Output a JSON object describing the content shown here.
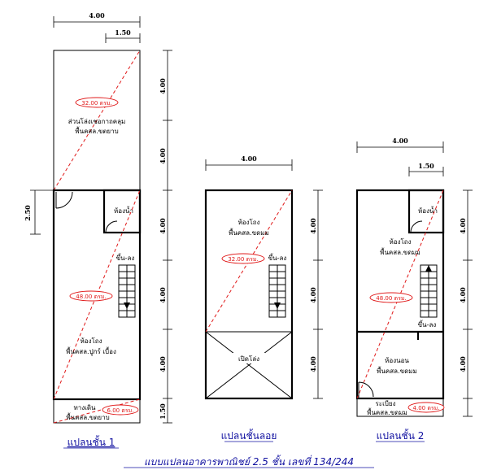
{
  "dimensions": {
    "d400": "4.00",
    "d150": "1.50",
    "d250": "2.50"
  },
  "floor1": {
    "area_top": "32.00 ตรม.",
    "area_main": "48.00 ตรม.",
    "area_bottom": "6.00 ตรม.",
    "open_space": "ส่วนโล่งเชอกาถคลุม",
    "open_space_floor": "พื้นคสล.ขตยาบ",
    "bathroom": "ห้องน้ำ",
    "stair": "ขึ้น-ลง",
    "hall": "ห้องโถง",
    "hall_floor": "พื้นคสล.ปูกร์ เบื้อง",
    "walkway": "ทางเดิน",
    "walkway_floor": "พื้นคสล.ขตยาบ",
    "caption": "แปลนชั้น 1"
  },
  "mezzanine": {
    "area": "32.00 ตรม.",
    "hall": "ห้องโถง",
    "hall_floor": "พื้นคสล.ขดมม",
    "stair": "ขึ้น-ลง",
    "void": "เปิดโล่ง",
    "caption": "แปลนชั้นลอย"
  },
  "floor2": {
    "area_main": "48.00 ตรม.",
    "area_bottom": "4.00 ตรม.",
    "bathroom": "ห้องน้ำ",
    "hall": "ห้องโถง",
    "hall_floor": "พื้นคสล.ขดมม",
    "stair": "ขึ้น-ลง",
    "bedroom": "ห้องนอน",
    "bedroom_floor": "พื้นคสล.ขดมม",
    "balcony": "ระเบียง",
    "balcony_floor": "พื้นคสล.ขดมม",
    "caption": "แปลนชั้น 2"
  },
  "title": "แบบแปลนอาคารพาณิชย์ 2.5 ชั้น เลขที่ 134/244"
}
